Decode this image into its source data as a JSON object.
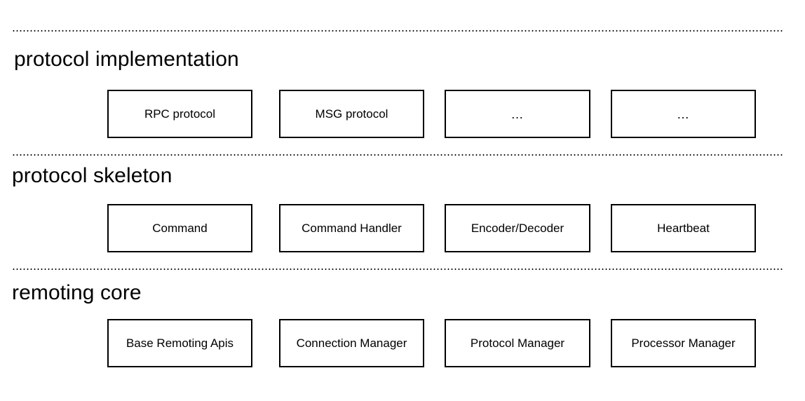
{
  "diagram": {
    "type": "layered-architecture",
    "background_color": "#ffffff",
    "line_color": "#000000",
    "text_color": "#000000",
    "tiers": [
      {
        "id": "protocol-implementation",
        "title": "protocol implementation",
        "nodes": [
          {
            "label": "RPC protocol"
          },
          {
            "label": "MSG protocol"
          },
          {
            "label": "…"
          },
          {
            "label": "…"
          }
        ]
      },
      {
        "id": "protocol-skeleton",
        "title": "protocol skeleton",
        "nodes": [
          {
            "label": "Command"
          },
          {
            "label": "Command Handler"
          },
          {
            "label": "Encoder/Decoder"
          },
          {
            "label": "Heartbeat"
          }
        ]
      },
      {
        "id": "remoting-core",
        "title": "remoting core",
        "nodes": [
          {
            "label": "Base Remoting Apis"
          },
          {
            "label": "Connection Manager"
          },
          {
            "label": "Protocol Manager"
          },
          {
            "label": "Processor Manager"
          }
        ]
      }
    ]
  }
}
